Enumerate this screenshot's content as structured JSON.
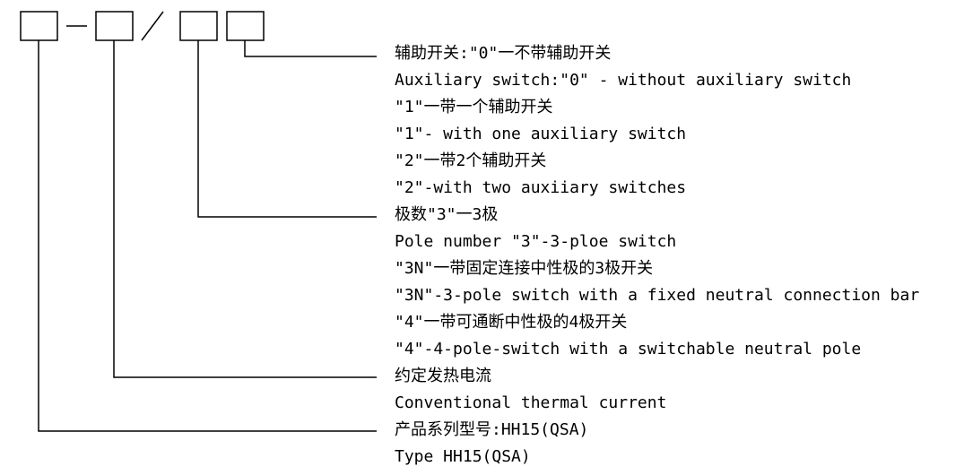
{
  "diagram": {
    "separators": {
      "dash": "—",
      "slash": "/"
    },
    "groups": [
      {
        "id": "auxiliary-switch",
        "lines": [
          "辅助开关:\"0\"一不带辅助开关",
          "Auxiliary switch:\"0\" - without auxiliary switch",
          "\"1\"一带一个辅助开关",
          "\"1\"- with one auxiliary switch",
          "\"2\"一带2个辅助开关",
          "\"2\"-with two auxiiary switches"
        ]
      },
      {
        "id": "pole-number",
        "lines": [
          "极数\"3\"一3极",
          "Pole number \"3\"-3-ploe switch",
          "\"3N\"一带固定连接中性极的3极开关",
          "\"3N\"-3-pole switch with a fixed neutral connection bar",
          "\"4\"一带可通断中性极的4极开关",
          "\"4\"-4-pole-switch with a switchable neutral pole"
        ]
      },
      {
        "id": "thermal-current",
        "lines": [
          "约定发热电流",
          "Conventional thermal current"
        ]
      },
      {
        "id": "product-series",
        "lines": [
          "产品系列型号:HH15(QSA)",
          "Type HH15(QSA)"
        ]
      }
    ]
  }
}
